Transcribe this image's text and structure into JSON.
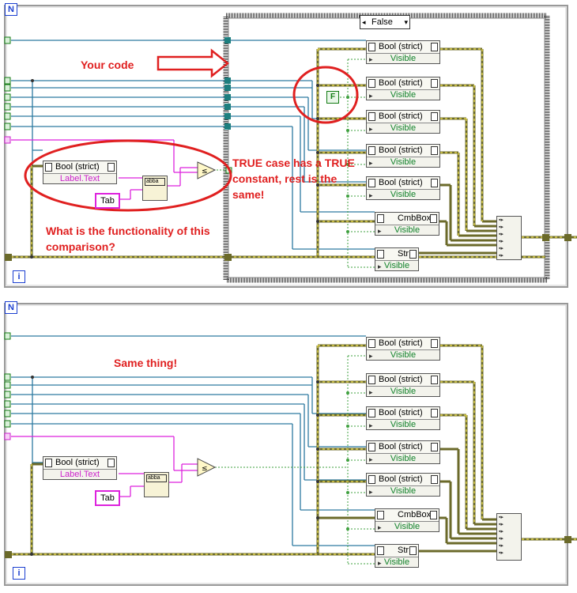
{
  "top": {
    "loop_badge": "N",
    "iter_badge": "i",
    "case_selector": "False",
    "notes": {
      "your_code": "Your code",
      "true_case": "TRUE case has a TRUE constant, rest is the same!",
      "question": "What is the functionality of this comparison?"
    },
    "f_constant": "F",
    "label_node": {
      "title": "Bool (strict)",
      "prop": "Label.Text"
    },
    "tab_constant": "Tab",
    "concat_label": "abba",
    "nodes": [
      {
        "title": "Bool (strict)",
        "prop": "Visible"
      },
      {
        "title": "Bool (strict)",
        "prop": "Visible"
      },
      {
        "title": "Bool (strict)",
        "prop": "Visible"
      },
      {
        "title": "Bool (strict)",
        "prop": "Visible"
      },
      {
        "title": "Bool (strict)",
        "prop": "Visible"
      },
      {
        "title": "CmbBox",
        "prop": "Visible"
      },
      {
        "title": "Str",
        "prop": "Visible"
      }
    ]
  },
  "bottom": {
    "loop_badge": "N",
    "iter_badge": "i",
    "note": "Same thing!",
    "label_node": {
      "title": "Bool (strict)",
      "prop": "Label.Text"
    },
    "tab_constant": "Tab",
    "concat_label": "abba",
    "nodes": [
      {
        "title": "Bool (strict)",
        "prop": "Visible"
      },
      {
        "title": "Bool (strict)",
        "prop": "Visible"
      },
      {
        "title": "Bool (strict)",
        "prop": "Visible"
      },
      {
        "title": "Bool (strict)",
        "prop": "Visible"
      },
      {
        "title": "Bool (strict)",
        "prop": "Visible"
      },
      {
        "title": "CmbBox",
        "prop": "Visible"
      },
      {
        "title": "Str",
        "prop": "Visible"
      }
    ]
  },
  "colors": {
    "loop_border": "#999999",
    "wire_blue": "#2d7aa0",
    "wire_pink": "#dd22dd",
    "wire_green": "#3fa03f",
    "wire_ref": "#6b6a2a",
    "note_red": "#e02020",
    "badge_blue": "#1b3fd0"
  }
}
